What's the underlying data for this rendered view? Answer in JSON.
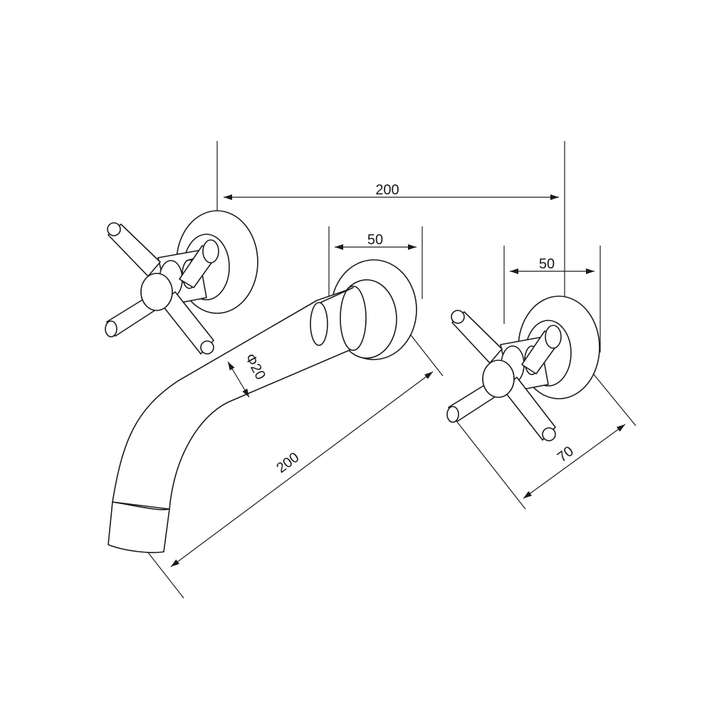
{
  "dimensions": {
    "centers_distance": "200",
    "left_escutcheon_width": "50",
    "right_escutcheon_width": "50",
    "spout_diameter": "Φ20",
    "spout_length": "200",
    "handle_projection": "70"
  },
  "colors": {
    "line": "#1a1a1a",
    "background": "#ffffff"
  }
}
